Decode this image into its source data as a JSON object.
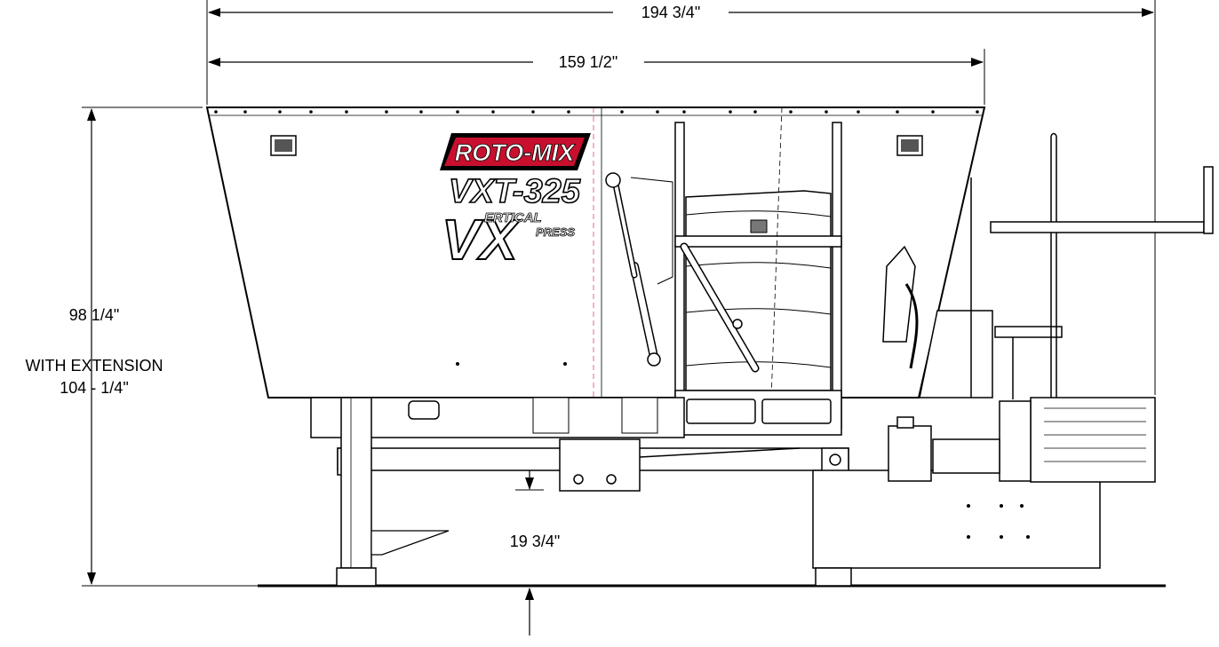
{
  "dimensions": {
    "overall_length": "194 3/4\"",
    "body_length": "159 1/2\"",
    "height": "98 1/4\"",
    "extension_label": "WITH EXTENSION",
    "extension_height": "104 - 1/4\"",
    "ground_clearance": "19 3/4\""
  },
  "branding": {
    "brand": "ROTO-MIX",
    "model": "VXT-325",
    "series_mark": "VX",
    "series_word_1": "ERTICAL",
    "series_word_2": "PRESS"
  },
  "colors": {
    "line": "#000000",
    "brand_red": "#c8102e",
    "background": "#ffffff"
  }
}
